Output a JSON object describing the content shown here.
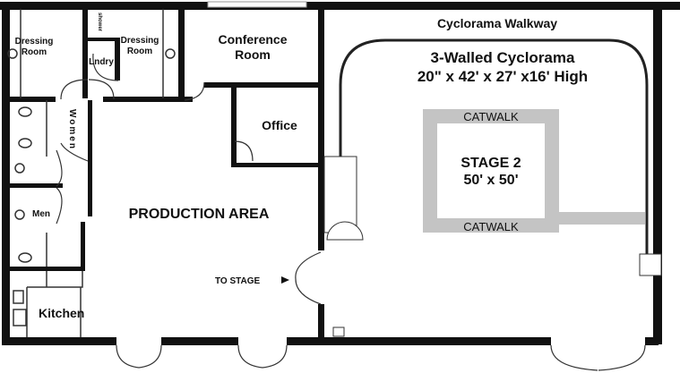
{
  "rooms": {
    "dressing_left": [
      "Dressing",
      "Room"
    ],
    "shower": "shower",
    "laundry": "Lndry",
    "dressing_right": [
      "Dressing",
      "Room"
    ],
    "conference": [
      "Conference",
      "Room"
    ],
    "office": "Office",
    "women": "Women",
    "men": "Men",
    "kitchen": "Kitchen",
    "production": "PRODUCTION AREA",
    "to_stage": "TO STAGE"
  },
  "stage": {
    "walkway": "Cyclorama Walkway",
    "cyc_title": "3-Walled Cyclorama",
    "cyc_dims": "20\" x 42' x 27' x16' High",
    "catwalk_top": "CATWALK",
    "catwalk_bottom": "CATWALK",
    "stage_name": "STAGE 2",
    "stage_dims": "50' x 50'"
  },
  "colors": {
    "wall": "#111111",
    "catwalk": "#c4c4c4"
  }
}
